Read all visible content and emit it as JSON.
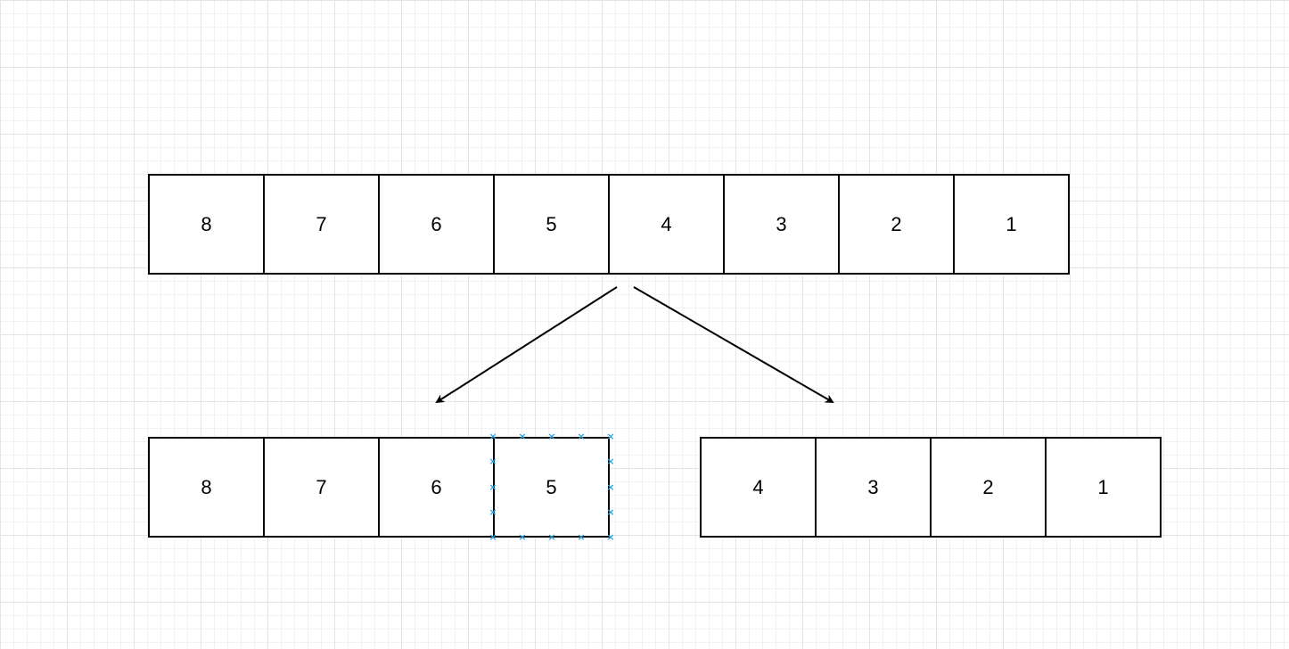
{
  "diagram": {
    "top_row": [
      "8",
      "7",
      "6",
      "5",
      "4",
      "3",
      "2",
      "1"
    ],
    "left_row": [
      "8",
      "7",
      "6",
      "5"
    ],
    "right_row": [
      "4",
      "3",
      "2",
      "1"
    ],
    "selected_cell": "left_row.3",
    "selection_handle_color": "#29a3e0",
    "grid_color": "#e4e4e4"
  }
}
